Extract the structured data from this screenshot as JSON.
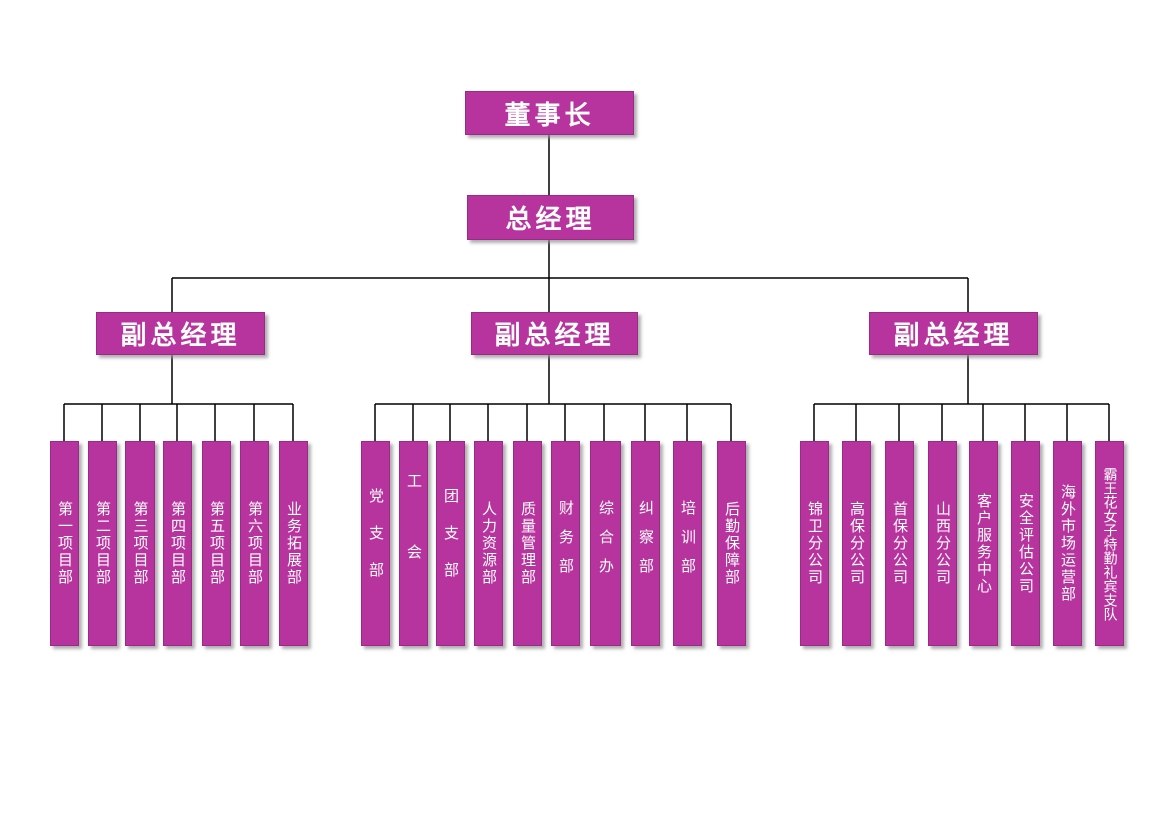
{
  "org": {
    "chairman": "董事长",
    "gm": "总经理",
    "vgm_left": "副总经理",
    "vgm_mid": "副总经理",
    "vgm_right": "副总经理",
    "left_depts": [
      "第一项目部",
      "第二项目部",
      "第三项目部",
      "第四项目部",
      "第五项目部",
      "第六项目部",
      "业务拓展部"
    ],
    "mid_depts": [
      "党支部",
      "工会",
      "团支部",
      "人力资源部",
      "质量管理部",
      "财务部",
      "综合办",
      "纠察部",
      "培训部",
      "后勤保障部"
    ],
    "right_depts": [
      "锦卫分公司",
      "高保分公司",
      "首保分公司",
      "山西分公司",
      "客户服务中心",
      "安全评估公司",
      "海外市场运营部",
      "霸王花女子特勤礼宾支队"
    ]
  },
  "colors": {
    "box": "#b7349f",
    "line": "#000000",
    "text": "#ffffff"
  }
}
